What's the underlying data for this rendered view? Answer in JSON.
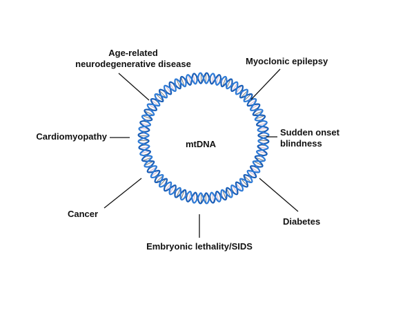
{
  "diagram": {
    "center_label": "mtDNA",
    "helix_colors": {
      "backbone": "#2e7bd6",
      "backbone_dark": "#1a5fb8",
      "rungs": "#6b6b6b",
      "rung_tint": "#c9a9c9"
    },
    "diseases": [
      {
        "id": "age-related",
        "lines": [
          "Age-related",
          "neurodegenerative disease"
        ]
      },
      {
        "id": "myoclonic-epilepsy",
        "lines": [
          "Myoclonic epilepsy"
        ]
      },
      {
        "id": "sudden-onset-blindness",
        "lines": [
          "Sudden onset",
          "blindness"
        ]
      },
      {
        "id": "diabetes",
        "lines": [
          "Diabetes"
        ]
      },
      {
        "id": "embryonic-lethality",
        "lines": [
          "Embryonic lethality/SIDS"
        ]
      },
      {
        "id": "cancer",
        "lines": [
          "Cancer"
        ]
      },
      {
        "id": "cardiomyopathy",
        "lines": [
          "Cardiomyopathy"
        ]
      }
    ]
  }
}
